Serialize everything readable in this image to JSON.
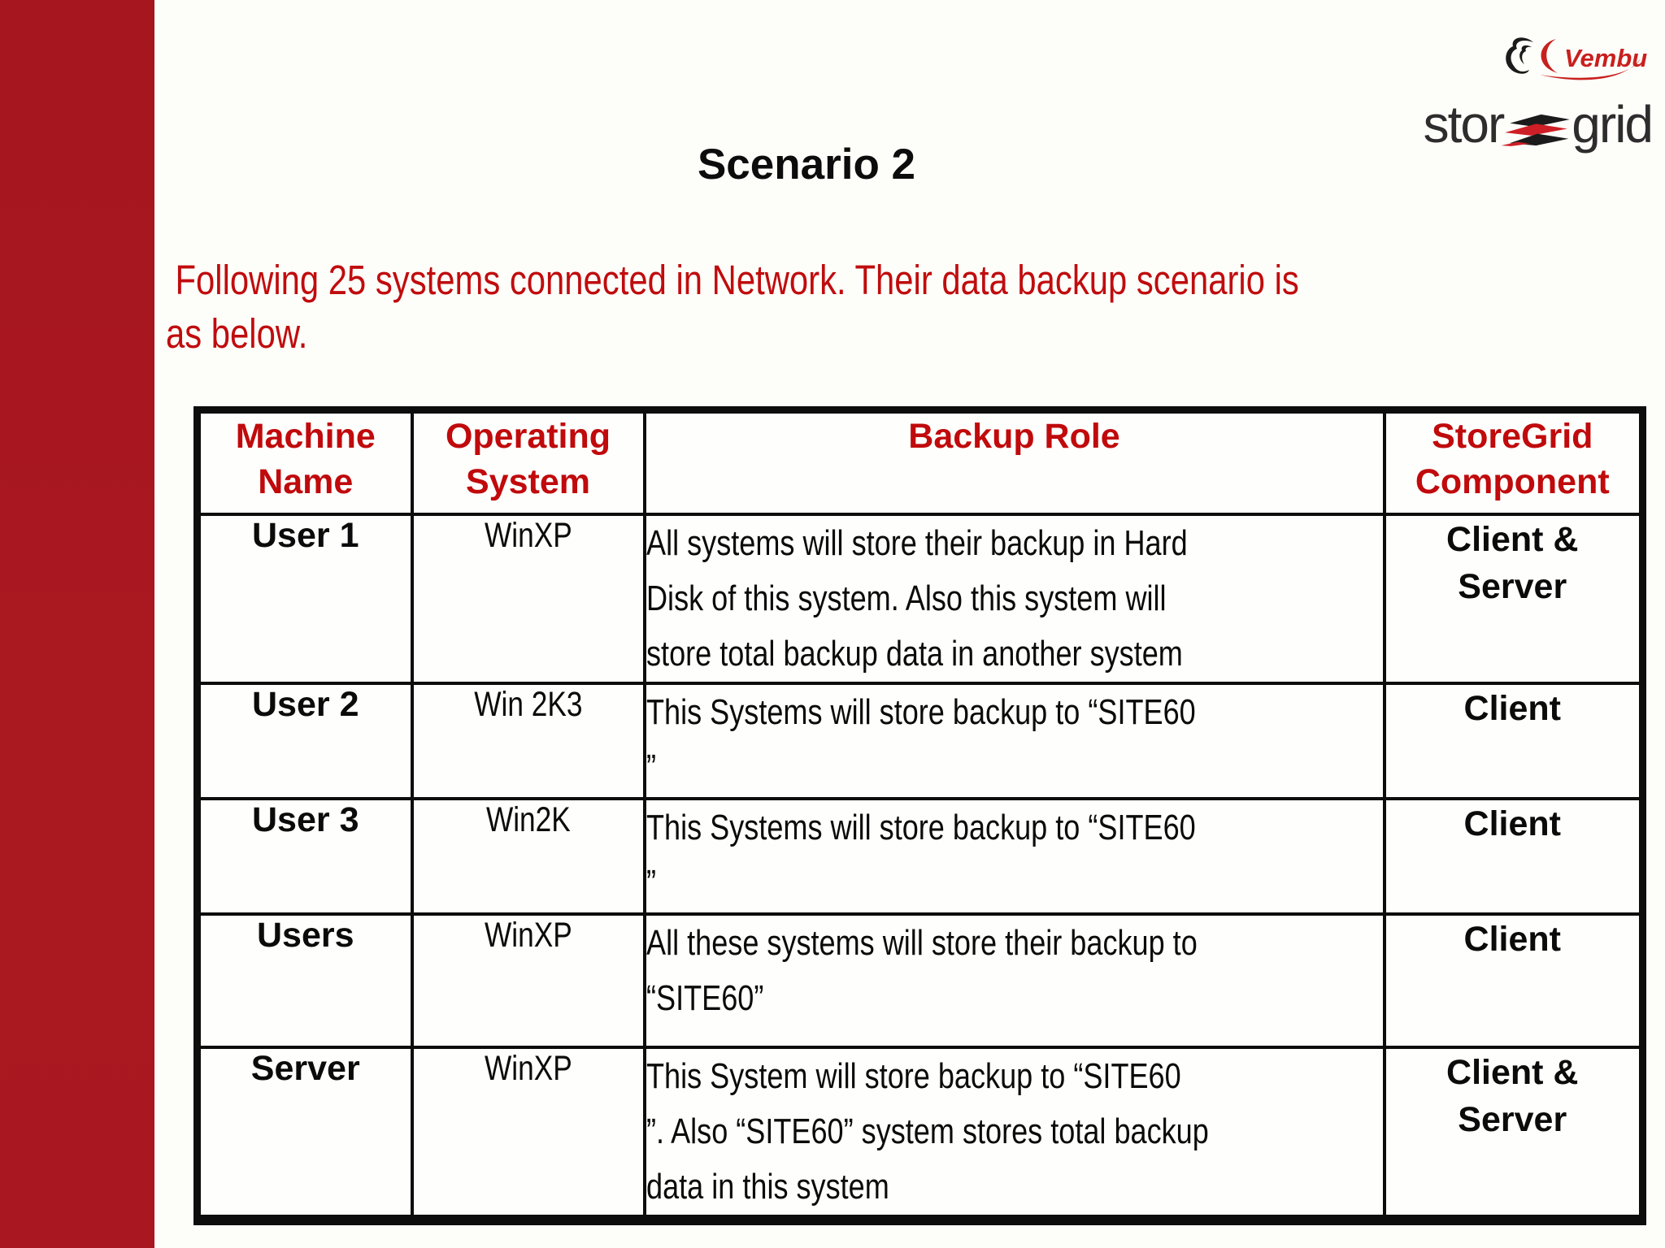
{
  "page": {
    "background": "#FDFEF9",
    "sidebar_color": "#A9181F"
  },
  "logo": {
    "vembu_text": "Vembu",
    "vembu_color": "#C8201E",
    "wordmark_left": "stor",
    "wordmark_right": "grid",
    "wordmark_color": "#2E2C2D",
    "swoosh_black": "#1B1B1B",
    "swoosh_red": "#CE1F26"
  },
  "title": "Scenario 2",
  "intro": {
    "text": "Following 25 systems connected in Network. Their data backup scenario is\nas below.",
    "color": "#C00C0E"
  },
  "table": {
    "header_color": "#C00A0C",
    "headers": [
      "Machine\nName",
      "Operating\nSystem",
      "Backup Role",
      "StoreGrid\nComponent"
    ],
    "rows": [
      {
        "machine": "User 1",
        "os": "WinXP",
        "role": "All systems will store their backup in Hard\nDisk of this system. Also this system will\nstore total backup data in another system",
        "component": "Client &\nServer"
      },
      {
        "machine": "User 2",
        "os": "Win 2K3",
        "role": "This Systems will store backup to “SITE60\n”",
        "component": "Client"
      },
      {
        "machine": "User 3",
        "os": "Win2K",
        "role": "This Systems will store backup to “SITE60\n”",
        "component": "Client"
      },
      {
        "machine": "Users",
        "os": "WinXP",
        "role": "All these systems will store their backup to\n“SITE60”",
        "component": "Client"
      },
      {
        "machine": "Server",
        "os": "WinXP",
        "role": "This System will store backup to “SITE60\n”. Also “SITE60” system stores total backup\ndata in this system",
        "component": "Client &\nServer"
      }
    ]
  }
}
